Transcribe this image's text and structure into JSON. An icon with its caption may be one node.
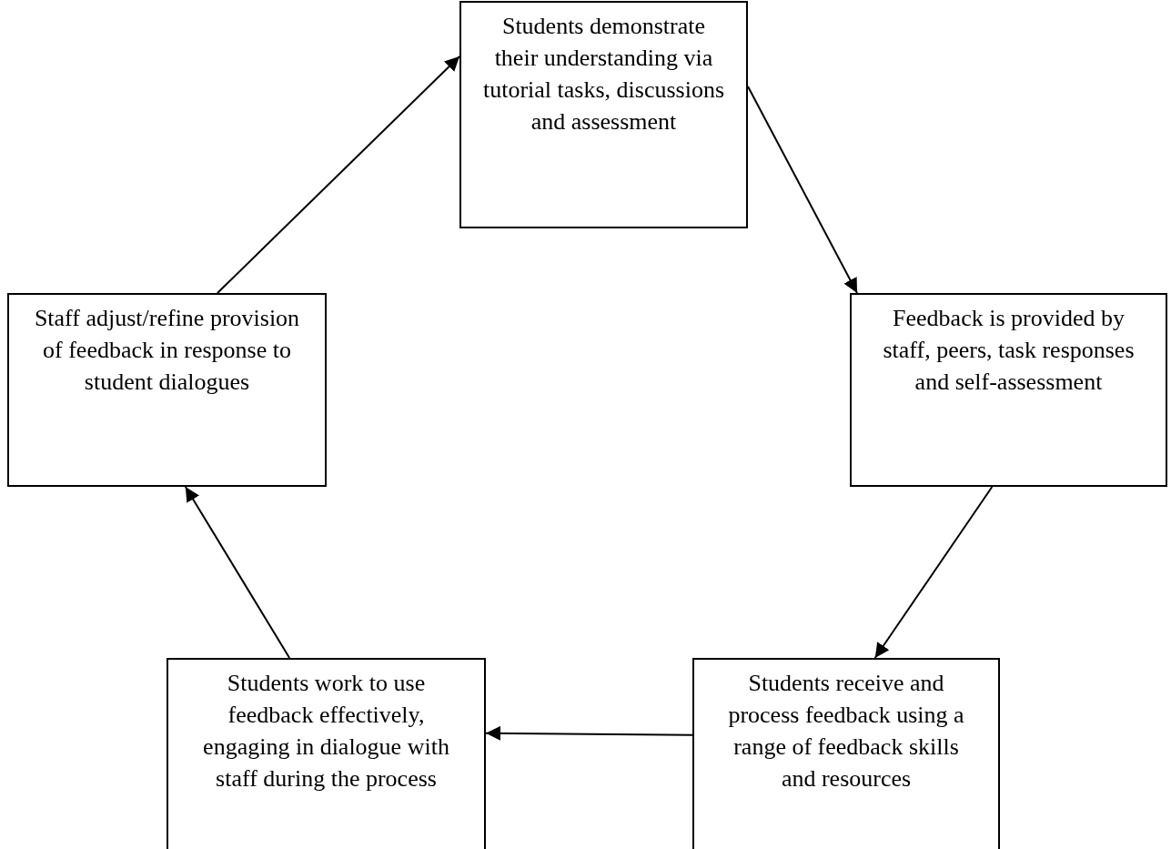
{
  "diagram": {
    "nodes": [
      {
        "text": [
          "Students demonstrate their understanding via tutorial tasks, discussions and assessment"
        ]
      },
      {
        "text": [
          "Feedback is provided by staff, peers, task responses and self-assessment"
        ]
      },
      {
        "text": [
          "Students receive and process feedback using a range of feedback skills and resources"
        ]
      },
      {
        "text": [
          "Students work to use feedback effectively, engaging in dialogue with staff during the process"
        ]
      },
      {
        "text": [
          "Staff adjust/refine provision of feedback in response to student dialogues"
        ]
      }
    ],
    "edges": [
      {
        "from": 0,
        "to": 1,
        "arrow": "to"
      },
      {
        "from": 1,
        "to": 2,
        "arrow": "to"
      },
      {
        "from": 2,
        "to": 3,
        "arrow": "to"
      },
      {
        "from": 3,
        "to": 4,
        "arrow": "to"
      },
      {
        "from": 4,
        "to": 0,
        "arrow": "to"
      }
    ]
  }
}
